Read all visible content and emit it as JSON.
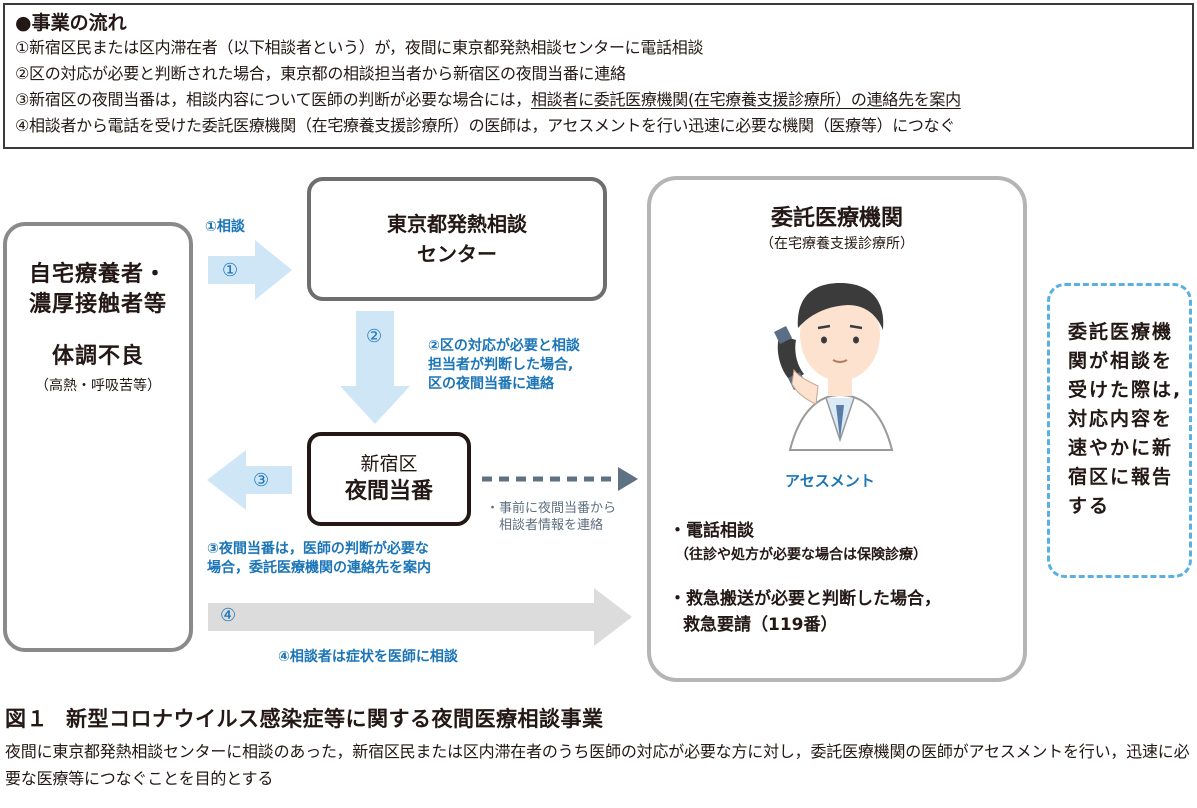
{
  "summary": {
    "title": "●事業の流れ",
    "lines": [
      "①新宿区民または区内滞在者（以下相談者という）が，夜間に東京都発熱相談センターに電話相談",
      "②区の対応が必要と判断された場合，東京都の相談担当者から新宿区の夜間当番に連絡"
    ],
    "line3_plain": "③新宿区の夜間当番は，相談内容について医師の判断が必要な場合には，",
    "line3_underlined": "相談者に委託医療機関(在宅療養支援診療所）の連絡先を案内",
    "line4": "④相談者から電話を受けた委託医療機関（在宅療養支援診療所）の医師は，アセスメントを行い迅速に必要な機関（医療等）につなぐ"
  },
  "patient": {
    "name_line1": "自宅療養者・",
    "name_line2": "濃厚接触者等",
    "condition": "体調不良",
    "condition_detail": "（高熱・呼吸苦等）"
  },
  "center": {
    "line1": "東京都発熱相談",
    "line2": "センター"
  },
  "night_duty": {
    "line1": "新宿区",
    "line2": "夜間当番"
  },
  "clinic": {
    "title": "委託医療機関",
    "subtitle": "（在宅療養支援診療所）",
    "assessment": "アセスメント",
    "item1": "・電話相談",
    "item1_detail": "（往診や処方が必要な場合は保険診療）",
    "item2_line1": "・救急搬送が必要と判断した場合，",
    "item2_line2": "救急要請（119番）"
  },
  "report": {
    "lines": [
      "委託医療機",
      "関が相談を",
      "受けた際は,",
      "対応内容を",
      "速やかに新",
      "宿区に報告",
      "する"
    ]
  },
  "arrows": {
    "a1_num": "①",
    "a1_label": "①相談",
    "a2_num": "②",
    "a2_label_lines": [
      "②区の対応が必要と相談",
      "担当者が判断した場合,",
      "区の夜間当番に連絡"
    ],
    "a3_num": "③",
    "a3_label_lines": [
      "③夜間当番は，医師の判断が必要な",
      "場合，委託医療機関の連絡先を案内"
    ],
    "a4_num": "④",
    "a4_label": "④相談者は症状を医師に相談",
    "dotted_label_lines": [
      "・事前に夜間当番から",
      "相談者情報を連絡"
    ]
  },
  "caption": {
    "fig": "図１",
    "title": "新型コロナウイルス感染症等に関する夜間医療相談事業",
    "body": "夜間に東京都発熱相談センターに相談のあった，新宿区民または区内滞在者のうち医師の対応が必要な方に対し，委託医療機関の医師がアセスメントを行い，迅速に必要な医療等につなぐことを目的とする"
  },
  "colors": {
    "light_blue_arrow": "#cfe6f7",
    "blue_text": "#1b75b7",
    "gray_arrow": "#dcdcdc",
    "dotted_arrow": "#5f7283",
    "report_border": "#5aafe3"
  }
}
